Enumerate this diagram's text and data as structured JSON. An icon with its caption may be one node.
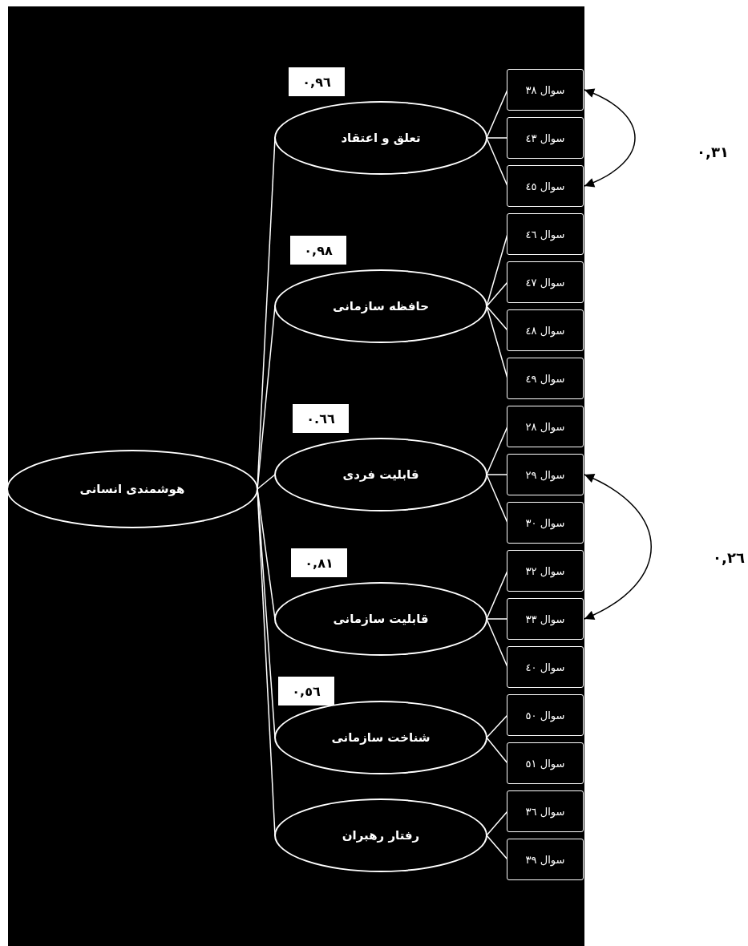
{
  "diagram": {
    "nodes": [
      {
        "text": [
          "هوشمندی انسانی"
        ]
      },
      {
        "text": [
          "تعلق و اعتقاد"
        ]
      },
      {
        "text": [
          "سوال ٣٨"
        ]
      },
      {
        "text": [
          "سوال ٤٣"
        ]
      },
      {
        "text": [
          "سوال ٤٥"
        ]
      },
      {
        "text": [
          "حافظه سازمانی"
        ]
      },
      {
        "text": [
          "سوال ٤٦"
        ]
      },
      {
        "text": [
          "سوال ٤٧"
        ]
      },
      {
        "text": [
          "سوال ٤٨"
        ]
      },
      {
        "text": [
          "سوال ٤٩"
        ]
      },
      {
        "text": [
          "قابلیت فردی"
        ]
      },
      {
        "text": [
          "سوال ٢٨"
        ]
      },
      {
        "text": [
          "سوال ٢٩"
        ]
      },
      {
        "text": [
          "سوال ٣٠"
        ]
      },
      {
        "text": [
          "قابلیت سازمانی"
        ]
      },
      {
        "text": [
          "سوال ٣٢"
        ]
      },
      {
        "text": [
          "سوال ٣٣"
        ]
      },
      {
        "text": [
          "سوال ٤٠"
        ]
      },
      {
        "text": [
          "شناخت سازمانی"
        ]
      },
      {
        "text": [
          "سوال ٥٠"
        ]
      },
      {
        "text": [
          "سوال ٥١"
        ]
      },
      {
        "text": [
          "رفتار رهبران"
        ]
      },
      {
        "text": [
          "سوال ٣٦"
        ]
      },
      {
        "text": [
          "سوال ٣٩"
        ]
      }
    ],
    "edges": [
      {
        "from": 0,
        "to": 1,
        "arrow": "none",
        "label": "٠,٩٦"
      },
      {
        "from": 0,
        "to": 5,
        "arrow": "none",
        "label": "٠,٩٨"
      },
      {
        "from": 0,
        "to": 10,
        "arrow": "none",
        "label": "٠.٦٦"
      },
      {
        "from": 0,
        "to": 14,
        "arrow": "none",
        "label": "٠,٨١"
      },
      {
        "from": 0,
        "to": 18,
        "arrow": "none",
        "label": "٠,٥٦"
      },
      {
        "from": 0,
        "to": 21,
        "arrow": "none"
      },
      {
        "from": 1,
        "to": 2,
        "arrow": "none"
      },
      {
        "from": 1,
        "to": 3,
        "arrow": "none"
      },
      {
        "from": 1,
        "to": 4,
        "arrow": "none"
      },
      {
        "from": 5,
        "to": 6,
        "arrow": "none"
      },
      {
        "from": 5,
        "to": 7,
        "arrow": "none"
      },
      {
        "from": 5,
        "to": 8,
        "arrow": "none"
      },
      {
        "from": 5,
        "to": 9,
        "arrow": "none"
      },
      {
        "from": 10,
        "to": 11,
        "arrow": "none"
      },
      {
        "from": 10,
        "to": 12,
        "arrow": "none"
      },
      {
        "from": 10,
        "to": 13,
        "arrow": "none"
      },
      {
        "from": 14,
        "to": 15,
        "arrow": "none"
      },
      {
        "from": 14,
        "to": 16,
        "arrow": "none"
      },
      {
        "from": 14,
        "to": 17,
        "arrow": "none"
      },
      {
        "from": 18,
        "to": 19,
        "arrow": "none"
      },
      {
        "from": 18,
        "to": 20,
        "arrow": "none"
      },
      {
        "from": 21,
        "to": 22,
        "arrow": "none"
      },
      {
        "from": 21,
        "to": 23,
        "arrow": "none"
      },
      {
        "from": 2,
        "to": 4,
        "arrow": "both",
        "label": "٠,٣١",
        "color": "#000000"
      },
      {
        "from": 12,
        "to": 16,
        "arrow": "both",
        "label": "٠,٢٦",
        "color": "#000000"
      }
    ]
  }
}
